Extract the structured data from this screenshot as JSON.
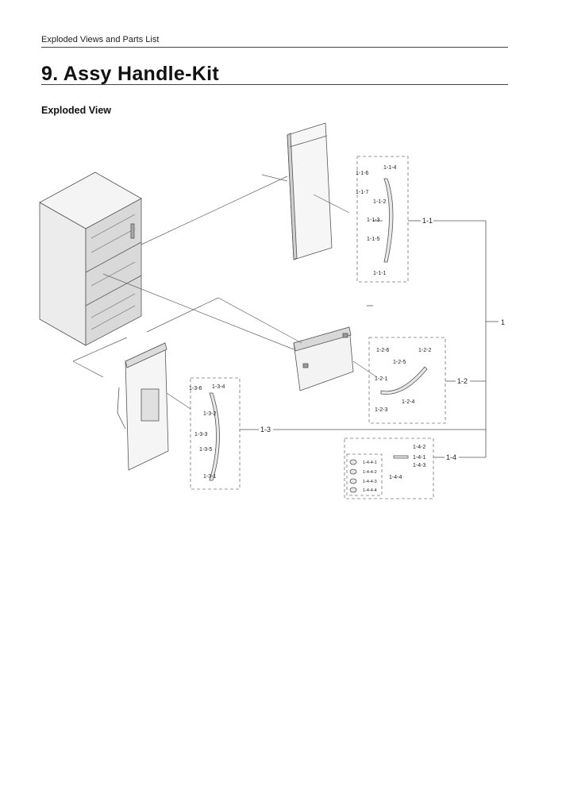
{
  "header": {
    "section": "Exploded Views and Parts List"
  },
  "page_title": "9.  Assy Handle-Kit",
  "subtitle": "Exploded View",
  "callouts": {
    "main": "1",
    "g1": "1-1",
    "g2": "1-2",
    "g3": "1-3",
    "g4": "1-4"
  },
  "parts": {
    "p1_1_1": "1-1-1",
    "p1_1_2": "1-1-2",
    "p1_1_3": "1-1-3",
    "p1_1_4": "1-1-4",
    "p1_1_5": "1-1-5",
    "p1_1_6": "1-1-6",
    "p1_1_7": "1-1-7",
    "p1_2_1": "1-2-1",
    "p1_2_2": "1-2-2",
    "p1_2_3": "1-2-3",
    "p1_2_4": "1-2-4",
    "p1_2_5": "1-2-5",
    "p1_2_6": "1-2-6",
    "p1_3_1": "1-3-1",
    "p1_3_2": "1-3-2",
    "p1_3_3": "1-3-3",
    "p1_3_4": "1-3-4",
    "p1_3_5": "1-3-5",
    "p1_3_6": "1-3-6",
    "p1_4_1": "1-4-1",
    "p1_4_2": "1-4-2",
    "p1_4_3": "1-4-3",
    "p1_4_4": "1-4-4",
    "p1_4_4_1": "1-4-4-1",
    "p1_4_4_2": "1-4-4-2",
    "p1_4_4_3": "1-4-4-3",
    "p1_4_4_4": "1-4-4-4"
  }
}
